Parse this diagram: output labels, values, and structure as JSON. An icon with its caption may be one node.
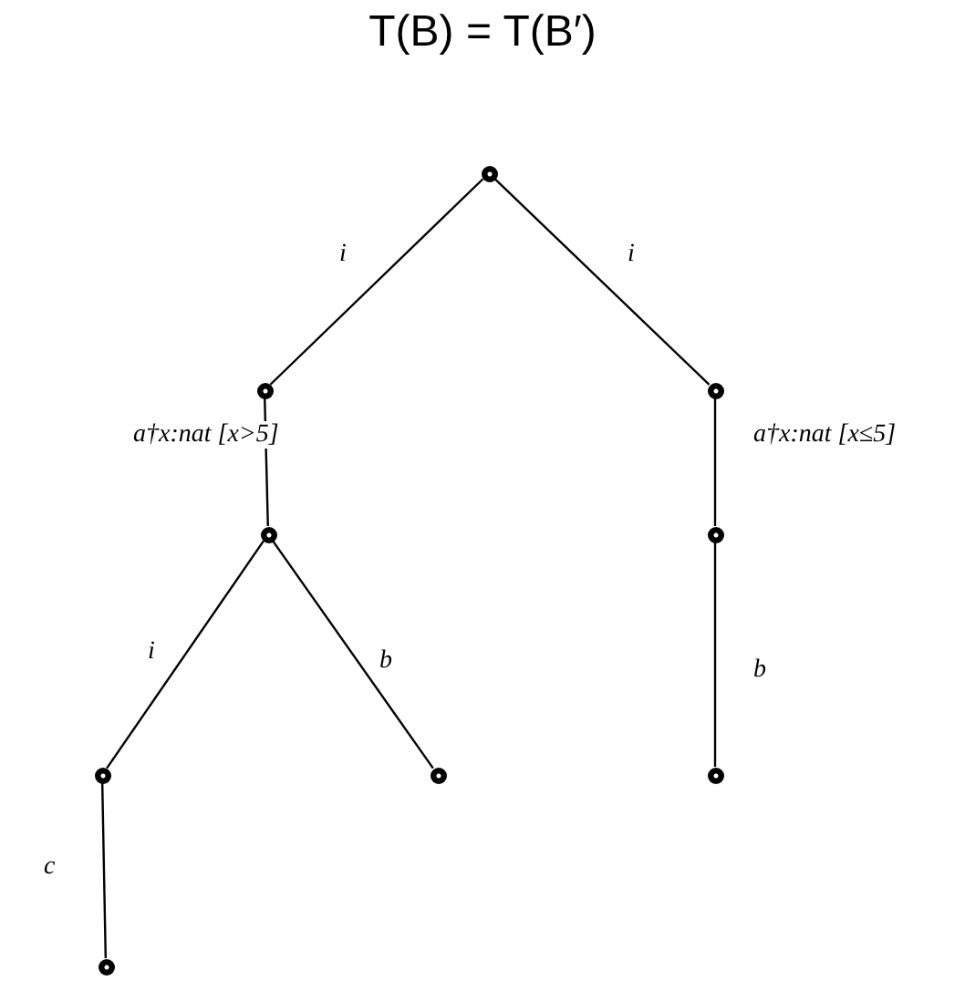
{
  "diagram": {
    "title": "T(B) = T(B′)",
    "nodes": [
      {
        "text": [],
        "shape": "circle"
      },
      {
        "text": [],
        "shape": "circle"
      },
      {
        "text": [],
        "shape": "circle"
      },
      {
        "text": [],
        "shape": "circle"
      },
      {
        "text": [],
        "shape": "circle"
      },
      {
        "text": [],
        "shape": "circle"
      },
      {
        "text": [],
        "shape": "circle"
      },
      {
        "text": [],
        "shape": "circle"
      },
      {
        "text": [],
        "shape": "circle"
      }
    ],
    "edges": [
      {
        "from": 0,
        "to": 1,
        "arrow": "none",
        "label": "i"
      },
      {
        "from": 0,
        "to": 2,
        "arrow": "none",
        "label": "i"
      },
      {
        "from": 1,
        "to": 3,
        "arrow": "none",
        "label": "a†x:nat [x>5]"
      },
      {
        "from": 2,
        "to": 4,
        "arrow": "none",
        "label": "a†x:nat [x≤5]"
      },
      {
        "from": 3,
        "to": 5,
        "arrow": "none",
        "label": "i"
      },
      {
        "from": 3,
        "to": 6,
        "arrow": "none",
        "label": "b"
      },
      {
        "from": 4,
        "to": 7,
        "arrow": "none",
        "label": "b"
      },
      {
        "from": 5,
        "to": 8,
        "arrow": "none",
        "label": "c"
      }
    ]
  }
}
